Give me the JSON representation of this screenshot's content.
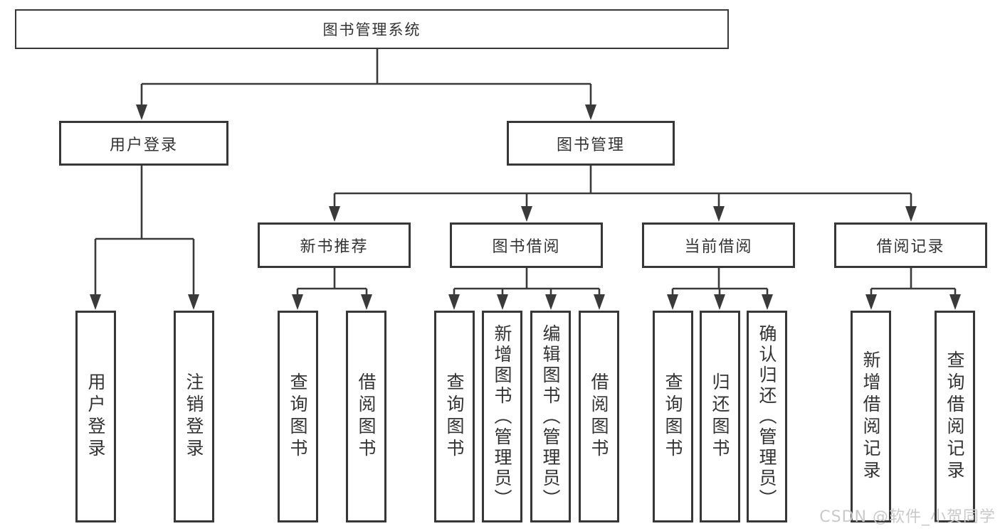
{
  "diagram": {
    "title": "图书管理系统",
    "level2": [
      {
        "label": "用户登录"
      },
      {
        "label": "图书管理"
      }
    ],
    "level3": [
      {
        "label": "新书推荐"
      },
      {
        "label": "图书借阅"
      },
      {
        "label": "当前借阅"
      },
      {
        "label": "借阅记录"
      }
    ],
    "leaves": {
      "user_login": [
        {
          "label": "用户登录"
        },
        {
          "label": "注销登录"
        }
      ],
      "new_book_recommend": [
        {
          "label": "查询图书"
        },
        {
          "label": "借阅图书"
        }
      ],
      "book_borrow": [
        {
          "label": "查询图书"
        },
        {
          "label": "新增图书（管理员）"
        },
        {
          "label": "编辑图书（管理员）"
        },
        {
          "label": "借阅图书"
        }
      ],
      "current_borrow": [
        {
          "label": "查询图书"
        },
        {
          "label": "归还图书"
        },
        {
          "label": "确认归还（管理员）"
        }
      ],
      "borrow_records": [
        {
          "label": "新增借阅记录"
        },
        {
          "label": "查询借阅记录"
        }
      ]
    }
  },
  "watermark": {
    "text": "CSDN @软件_小贺同学"
  },
  "colors": {
    "line": "#3a3a3a",
    "text": "#333333",
    "watermark": "#c9c9c9",
    "background": "#ffffff"
  }
}
